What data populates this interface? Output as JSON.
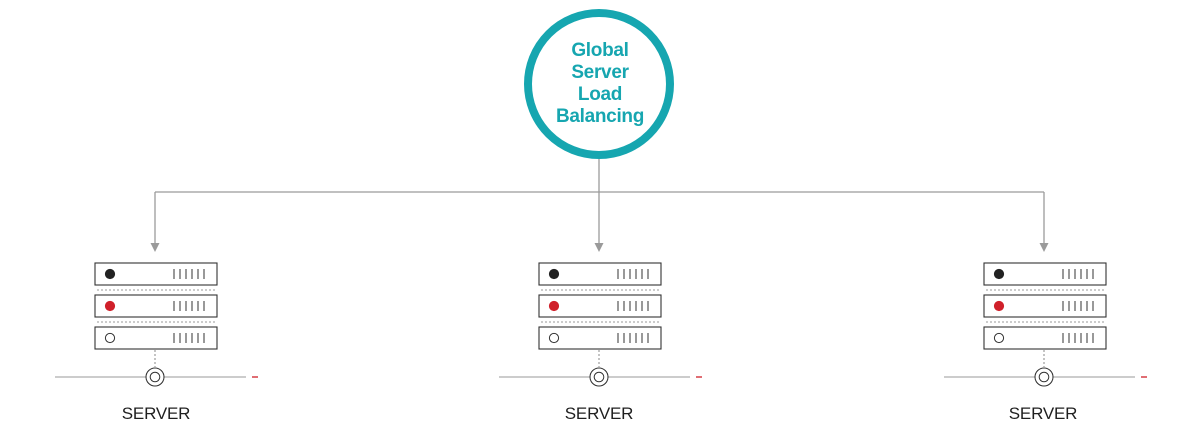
{
  "hub": {
    "title_lines": [
      "Global",
      "Server",
      "Load",
      "Balancing"
    ],
    "ring_color": "#16a6b0",
    "text_color": "#16a6b0"
  },
  "servers": [
    {
      "label": "SERVER"
    },
    {
      "label": "SERVER"
    },
    {
      "label": "SERVER"
    }
  ],
  "units": [
    {
      "led": "dark",
      "led_color": "#222222",
      "icon": "status-led-dark-icon"
    },
    {
      "led": "red",
      "led_color": "#d0202a",
      "icon": "status-led-red-icon"
    },
    {
      "led": "off",
      "led_color": "#ffffff",
      "icon": "status-led-off-icon"
    }
  ],
  "colors": {
    "connector": "#9a9a9a",
    "outline": "#333333",
    "accent_dash": "#d0202a"
  }
}
